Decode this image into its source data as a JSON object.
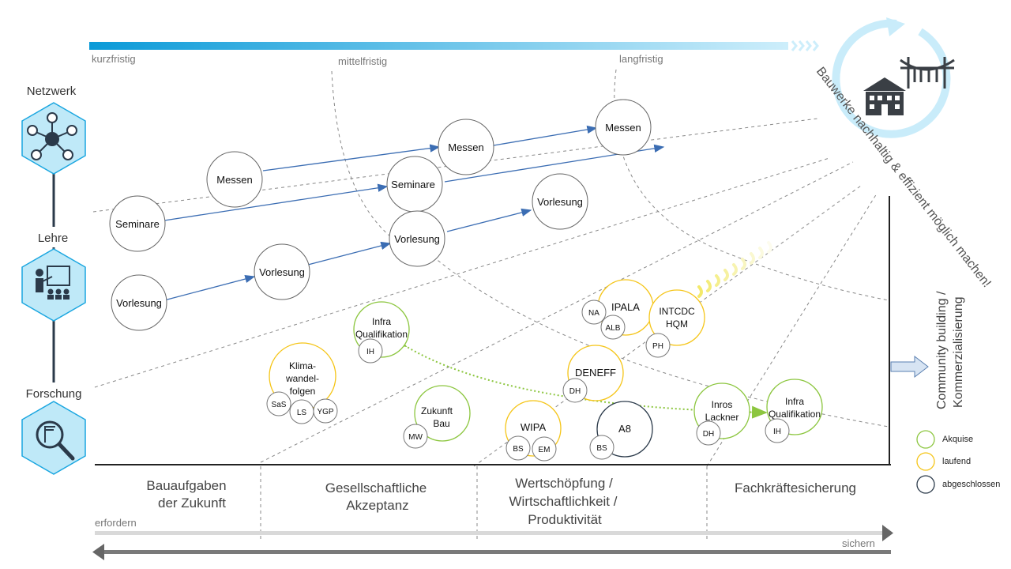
{
  "timeline": {
    "short_term": "kurzfristig",
    "mid_term": "mittelfristig",
    "long_term": "langfristig"
  },
  "goal": {
    "text": "Bauwerke nachhaltig & effizient möglich machen!"
  },
  "left_pillars": {
    "network": "Netzwerk",
    "teaching": "Lehre",
    "research": "Forschung"
  },
  "right_label": {
    "line1": "Community building /",
    "line2": "Kommerzialisierung"
  },
  "bubbles": {
    "seminare_1": "Seminare",
    "messen_1": "Messen",
    "messen_2": "Messen",
    "messen_3": "Messen",
    "seminare_2": "Seminare",
    "vorlesung_1": "Vorlesung",
    "vorlesung_2": "Vorlesung",
    "vorlesung_3": "Vorlesung",
    "vorlesung_4": "Vorlesung"
  },
  "projects": {
    "infra_1": {
      "line1": "Infra",
      "line2": "Qualifikation",
      "tag": "IH"
    },
    "klima": {
      "line1": "Klima-",
      "line2": "wandel-",
      "line3": "folgen",
      "tags": [
        "SaS",
        "LS",
        "YGP"
      ]
    },
    "zukunft": {
      "line1": "Zukunft",
      "line2": "Bau",
      "tag": "MW"
    },
    "wipa": {
      "name": "WIPA",
      "tags": [
        "BS",
        "EM"
      ]
    },
    "ipala": {
      "name": "IPALA",
      "tags": [
        "NA",
        "ALB"
      ]
    },
    "intcdc": {
      "line1": "INTCDC",
      "line2": "HQM",
      "tag": "PH"
    },
    "deneff": {
      "name": "DENEFF",
      "tag": "DH"
    },
    "a8": {
      "name": "A8",
      "tag": "BS"
    },
    "inros": {
      "line1": "Inros",
      "line2": "Lackner",
      "tag": "DH"
    },
    "infra_2": {
      "line1": "Infra",
      "line2": "Qualifikation",
      "tag": "IH"
    }
  },
  "legend": {
    "acquisition": "Akquise",
    "ongoing": "laufend",
    "completed": "abgeschlossen"
  },
  "topics": {
    "t1_line1": "Bauaufgaben",
    "t1_line2": "der Zukunft",
    "t2_line1": "Gesellschaftliche",
    "t2_line2": "Akzeptanz",
    "t3_line1": "Wertschöpfung /",
    "t3_line2": "Wirtschaftlichkeit /",
    "t3_line3": "Produktivität",
    "t4": "Fachkräftesicherung"
  },
  "bottom_axis": {
    "left": "erfordern",
    "right": "sichern"
  },
  "colors": {
    "acquisition": "#8cc63f",
    "ongoing": "#f5c518",
    "completed": "#2b3a4a",
    "accent_blue": "#1aa6e0",
    "arrow_blue": "#3b6db3",
    "hex_fill": "#bfe9f8"
  },
  "icons": [
    "network-icon",
    "teaching-icon",
    "research-icon",
    "buildings-icon",
    "bridge-icon",
    "right-arrow-icon"
  ]
}
